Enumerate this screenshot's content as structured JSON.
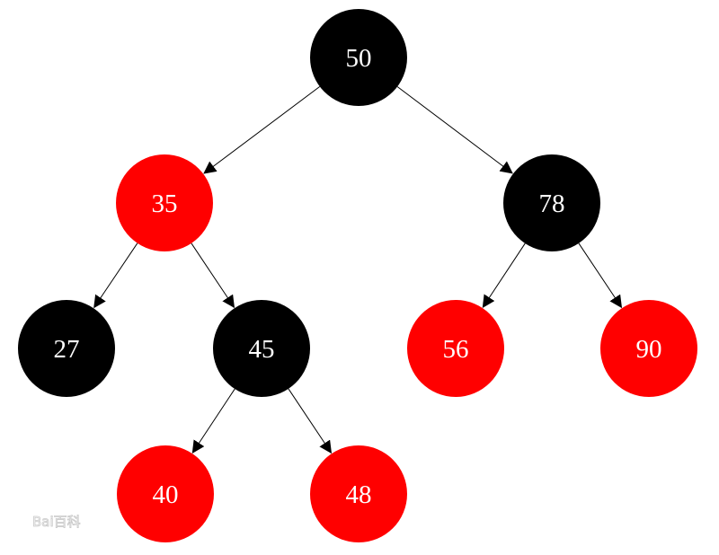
{
  "tree": {
    "colors": {
      "black": "#000000",
      "red": "#ff0000",
      "label": "#ffffff",
      "edge": "#000000"
    },
    "nodes": [
      {
        "id": "n50",
        "value": "50",
        "color": "black"
      },
      {
        "id": "n35",
        "value": "35",
        "color": "red"
      },
      {
        "id": "n78",
        "value": "78",
        "color": "black"
      },
      {
        "id": "n27",
        "value": "27",
        "color": "black"
      },
      {
        "id": "n45",
        "value": "45",
        "color": "black"
      },
      {
        "id": "n56",
        "value": "56",
        "color": "red"
      },
      {
        "id": "n90",
        "value": "90",
        "color": "red"
      },
      {
        "id": "n40",
        "value": "40",
        "color": "red"
      },
      {
        "id": "n48",
        "value": "48",
        "color": "red"
      }
    ],
    "edges": [
      {
        "from": "n50",
        "to": "n35"
      },
      {
        "from": "n50",
        "to": "n78"
      },
      {
        "from": "n35",
        "to": "n27"
      },
      {
        "from": "n35",
        "to": "n45"
      },
      {
        "from": "n78",
        "to": "n56"
      },
      {
        "from": "n78",
        "to": "n90"
      },
      {
        "from": "n45",
        "to": "n40"
      },
      {
        "from": "n45",
        "to": "n48"
      }
    ]
  },
  "watermark": {
    "text": "Bai百科",
    "icon": "paw-icon"
  }
}
